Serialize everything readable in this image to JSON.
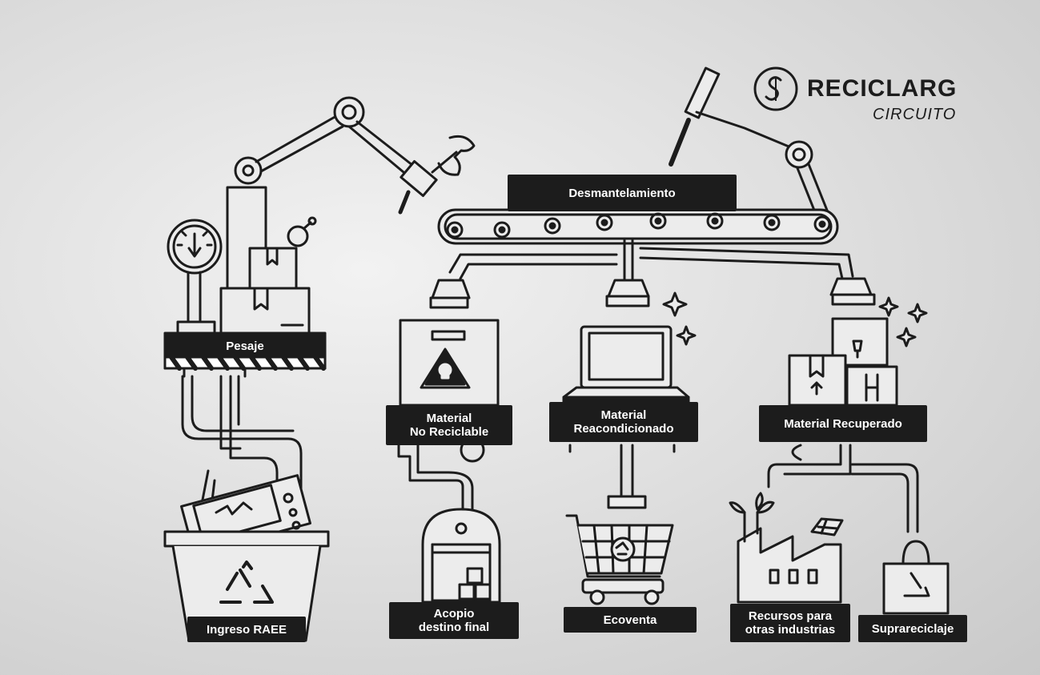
{
  "brand": {
    "name": "RECICLARG",
    "subtitle": "CIRCUITO"
  },
  "stages": {
    "dismantling": "Desmantelamiento",
    "weighing": "Pesaje",
    "intake": "Ingreso RAEE",
    "non_recyclable": "Material\nNo Reciclable",
    "refurbished": "Material\nReacondicionado",
    "recovered": "Material Recuperado",
    "final_storage": "Acopio\ndestino final",
    "ecoventa": "Ecoventa",
    "industry_resources": "Recursos para\notras industrias",
    "upcycling": "Suprareciclaje"
  },
  "icons": [
    "wrench-robot-arm-icon",
    "screwdriver-robot-arm-icon",
    "conveyor-belt-icon",
    "scale-gauge-icon",
    "cardboard-box-icon",
    "hazard-skull-icon",
    "laptop-icon",
    "sparkle-icon",
    "shopping-cart-icon",
    "recycle-icon",
    "factory-icon",
    "tote-bag-icon",
    "storage-dome-icon",
    "recycling-bin-icon",
    "broken-microwave-icon"
  ],
  "colors": {
    "ink": "#1c1c1c",
    "wall": "#e4e4e4",
    "label_text": "#ffffff"
  }
}
